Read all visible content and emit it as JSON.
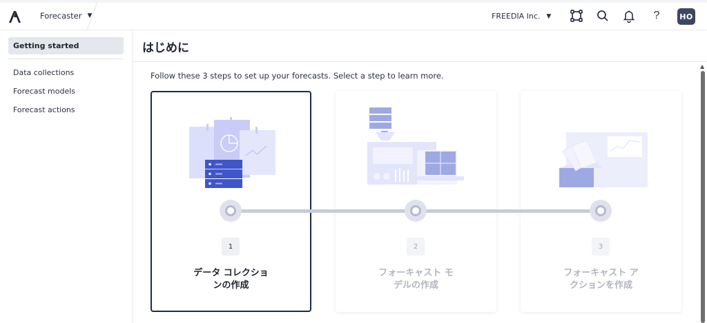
{
  "topbar": {
    "app_name": "Forecaster",
    "org_name": "FREEDIA Inc.",
    "icons": [
      "logo-icon",
      "nodes-icon",
      "search-icon",
      "bell-icon",
      "help-icon"
    ],
    "help_glyph": "?",
    "avatar_initials": "HO"
  },
  "sidebar": {
    "active_item": "Getting started",
    "items": [
      {
        "label": "Data collections"
      },
      {
        "label": "Forecast models"
      },
      {
        "label": "Forecast actions"
      }
    ]
  },
  "main": {
    "title": "はじめに",
    "intro": "Follow these 3 steps to set up your forecasts. Select a step to learn more.",
    "steps": [
      {
        "number": "1",
        "line1": "データ コレクショ",
        "line2": "ンの作成",
        "selected": true
      },
      {
        "number": "2",
        "line1": "フォーキャスト モ",
        "line2": "デルの作成",
        "selected": false
      },
      {
        "number": "3",
        "line1": "フォーキャスト ア",
        "line2": "クションを作成",
        "selected": false
      }
    ]
  },
  "colors": {
    "accent_dark": "#1d2a4c",
    "illustration_blue": "#3f55c9",
    "illustration_light": "#c8ccf6",
    "step_line": "#c6cbdc"
  }
}
